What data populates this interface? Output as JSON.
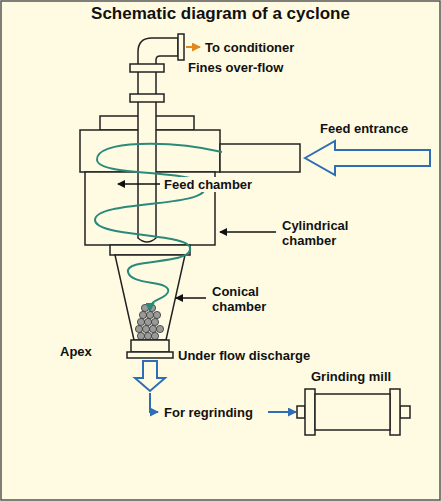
{
  "diagram": {
    "title": "Schematic diagram of a cyclone",
    "nodes": [
      {
        "text": [
          "Grinding mill"
        ]
      }
    ],
    "labels": [
      "To conditioner",
      "Fines over-flow",
      "Feed entrance",
      "Feed chamber",
      "Cylindrical chamber",
      "Conical chamber",
      "Apex",
      "Under flow discharge",
      "For regrinding"
    ]
  }
}
